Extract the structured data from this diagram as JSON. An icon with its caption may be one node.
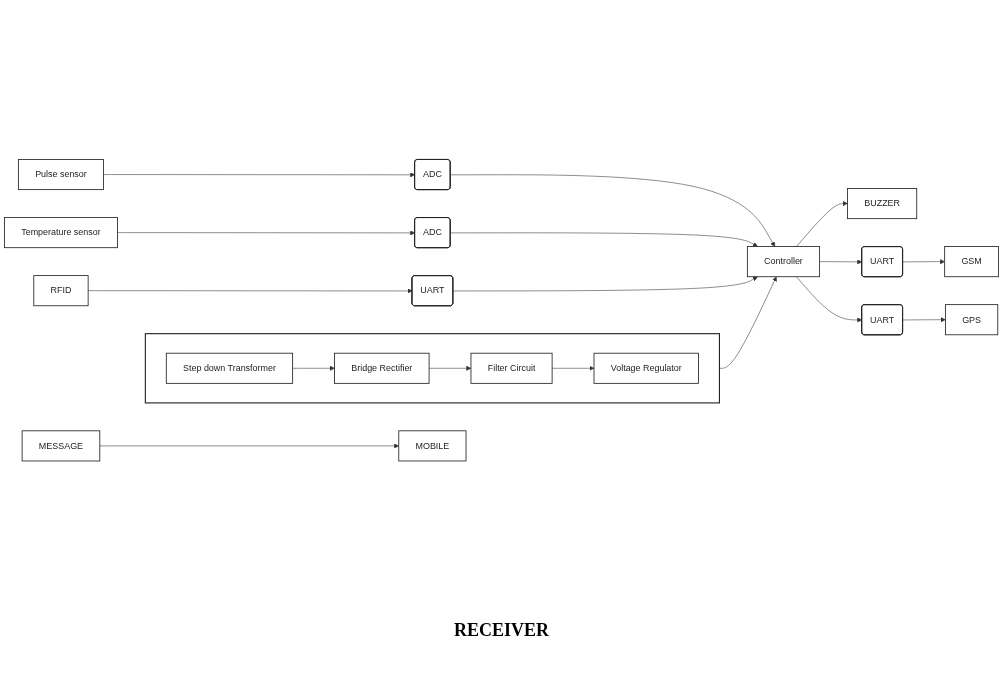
{
  "diagram": {
    "nodes": [
      {
        "text": [],
        "shape": "box"
      },
      {
        "text": [
          "Step down Transformer"
        ],
        "in": 0
      },
      {
        "text": [
          "Bridge Rectifier"
        ],
        "in": 0
      },
      {
        "text": [
          "Filter Circuit"
        ],
        "in": 0
      },
      {
        "text": [
          "Voltage Regulator"
        ],
        "in": 0
      },
      {
        "text": [
          "Pulse sensor"
        ]
      },
      {
        "text": [
          "ADC"
        ]
      },
      {
        "text": [
          "Temperature sensor"
        ]
      },
      {
        "text": [
          "ADC"
        ]
      },
      {
        "text": [
          "RFID"
        ]
      },
      {
        "text": [
          "UART"
        ]
      },
      {
        "text": [
          "Controller"
        ]
      },
      {
        "text": [
          "BUZZER"
        ]
      },
      {
        "text": [
          "UART"
        ]
      },
      {
        "text": [
          "GSM"
        ]
      },
      {
        "text": [
          "UART"
        ]
      },
      {
        "text": [
          "GPS"
        ]
      },
      {
        "text": [
          "MESSAGE"
        ]
      },
      {
        "text": [
          "MOBILE"
        ]
      }
    ],
    "edges": [
      {
        "from": 1,
        "to": 2,
        "arrow": "to"
      },
      {
        "from": 2,
        "to": 3,
        "arrow": "to"
      },
      {
        "from": 3,
        "to": 4,
        "arrow": "to"
      },
      {
        "from": 0,
        "to": 11,
        "arrow": "to"
      },
      {
        "from": 5,
        "to": 6,
        "arrow": "to"
      },
      {
        "from": 6,
        "to": 11,
        "arrow": "to"
      },
      {
        "from": 7,
        "to": 8,
        "arrow": "to"
      },
      {
        "from": 8,
        "to": 11,
        "arrow": "to"
      },
      {
        "from": 9,
        "to": 10,
        "arrow": "to"
      },
      {
        "from": 10,
        "to": 11,
        "arrow": "to"
      },
      {
        "from": 11,
        "to": 12,
        "arrow": "to"
      },
      {
        "from": 11,
        "to": 13,
        "arrow": "to"
      },
      {
        "from": 13,
        "to": 14,
        "arrow": "to"
      },
      {
        "from": 11,
        "to": 15,
        "arrow": "to"
      },
      {
        "from": 15,
        "to": 16,
        "arrow": "to"
      },
      {
        "from": 17,
        "to": 18,
        "arrow": "to"
      }
    ],
    "labels": [
      "RECEIVER"
    ]
  }
}
